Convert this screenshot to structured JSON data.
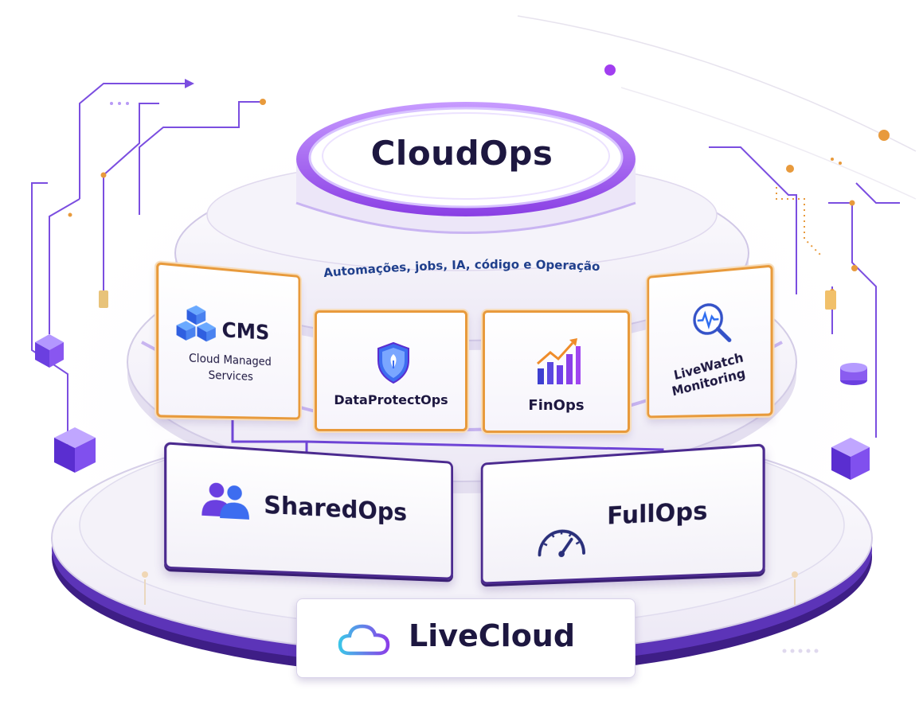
{
  "diagram": {
    "title": "CloudOps",
    "subtitle": "Automações, jobs, IA, código e Operação",
    "services": [
      {
        "label": "CMS",
        "sublabel_line1": "Cloud Managed",
        "sublabel_line2": "Services",
        "icon": "cubes-icon"
      },
      {
        "label": "DataProtectOps",
        "icon": "shield-icon"
      },
      {
        "label": "FinOps",
        "icon": "bar-chart-growth-icon"
      },
      {
        "label_line1": "LiveWatch",
        "label_line2": "Monitoring",
        "icon": "magnifier-pulse-icon"
      }
    ],
    "ops": [
      {
        "label": "SharedOps",
        "icon": "users-icon"
      },
      {
        "label": "FullOps",
        "icon": "speedometer-icon"
      }
    ],
    "base": {
      "label": "LiveCloud",
      "icon": "cloud-icon"
    },
    "colors": {
      "accent_purple": "#8b3fe6",
      "dark_purple": "#3d1f82",
      "orange": "#e89a3c",
      "text_dark": "#1d1740",
      "subtitle_blue": "#1f3f8c"
    }
  }
}
